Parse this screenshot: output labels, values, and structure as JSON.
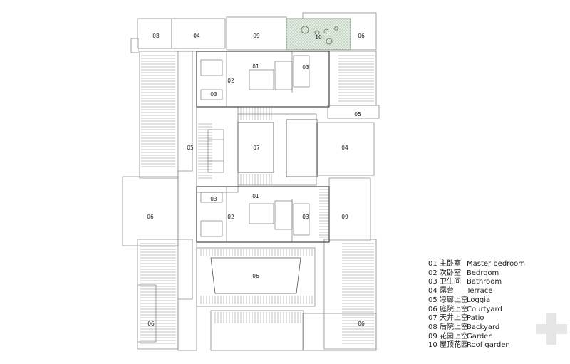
{
  "legend": [
    {
      "num": "01",
      "zh": "主卧室",
      "en": "Master bedroom"
    },
    {
      "num": "02",
      "zh": "次卧室",
      "en": "Bedroom"
    },
    {
      "num": "03",
      "zh": "卫生间",
      "en": "Bathroom"
    },
    {
      "num": "04",
      "zh": "露台",
      "en": "Terrace"
    },
    {
      "num": "05",
      "zh": "凉廊上空",
      "en": "Loggia"
    },
    {
      "num": "06",
      "zh": "庭院上空",
      "en": "Courtyard"
    },
    {
      "num": "07",
      "zh": "天井上空",
      "en": "Patio"
    },
    {
      "num": "08",
      "zh": "后院上空",
      "en": "Backyard"
    },
    {
      "num": "09",
      "zh": "花园上空",
      "en": "Garden"
    },
    {
      "num": "10",
      "zh": "屋顶花园",
      "en": "Roof garden"
    }
  ],
  "labels": {
    "l08top": "08",
    "l04top": "04",
    "l09top": "09",
    "l10": "10",
    "l06tr": "06",
    "l01a": "01",
    "l02a": "02",
    "l03a_l": "03",
    "l03a_r": "03",
    "l05r": "05",
    "l05l": "05",
    "l07": "07",
    "l04r": "04",
    "l01b": "01",
    "l02b": "02",
    "l03b_l": "03",
    "l03b_r": "03",
    "l06l": "06",
    "l09r": "09",
    "l06c": "06",
    "l06bl": "06",
    "l06br": "06"
  }
}
